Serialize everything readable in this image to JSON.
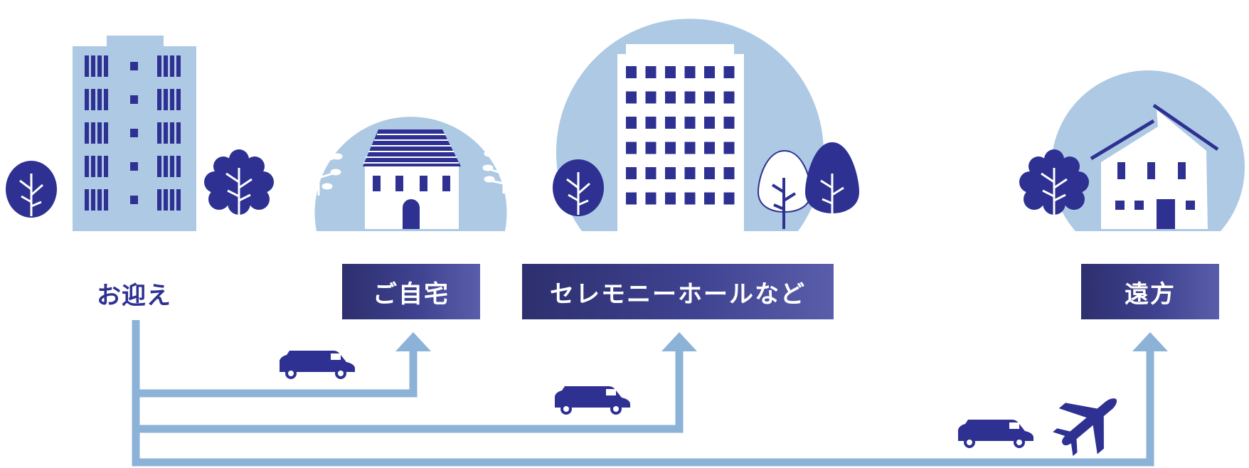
{
  "labels": {
    "pickup": "お迎え",
    "home": "ご自宅",
    "hall": "セレモニーホールなど",
    "far": "遠方"
  },
  "colors": {
    "navy": "#2e3192",
    "light_blue": "#adc9e4",
    "route": "#8cb2d8",
    "white": "#ffffff"
  },
  "icons": [
    "hospital-building-icon",
    "tree-icon",
    "house-icon",
    "ceremony-hall-icon",
    "hearse-icon",
    "airplane-icon",
    "arrow-up-icon"
  ]
}
